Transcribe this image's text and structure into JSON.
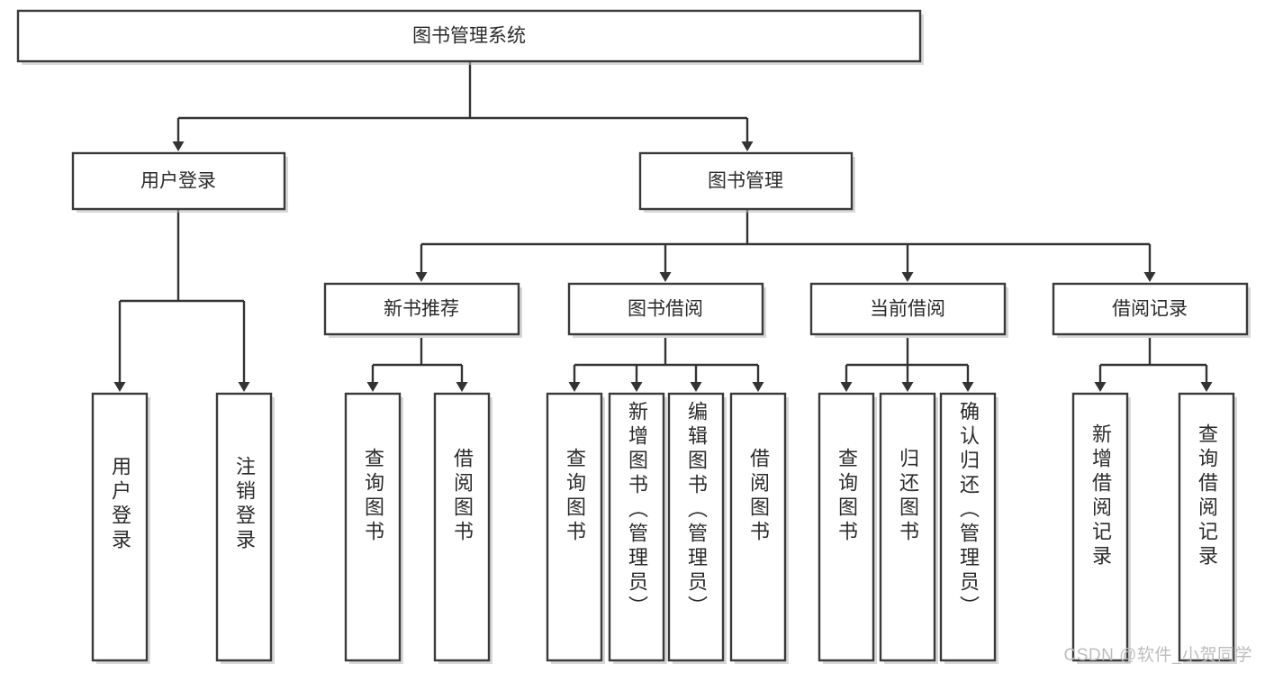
{
  "diagram": {
    "type": "tree",
    "title_node": "图书管理系统",
    "watermark": "CSDN @软件_小贺同学",
    "colors": {
      "box_stroke": "#3a3a3a",
      "connector": "#333333",
      "text": "#2b2b2b",
      "background": "#ffffff",
      "watermark": "#bdbdbd"
    },
    "nodes": {
      "root": {
        "label": "图书管理系统"
      },
      "level1": [
        {
          "id": "user-login",
          "label": "用户登录"
        },
        {
          "id": "book-manage",
          "label": "图书管理"
        }
      ],
      "level2": [
        {
          "id": "new-book-rec",
          "label": "新书推荐",
          "parent": "book-manage"
        },
        {
          "id": "book-borrow",
          "label": "图书借阅",
          "parent": "book-manage"
        },
        {
          "id": "current-borrow",
          "label": "当前借阅",
          "parent": "book-manage"
        },
        {
          "id": "borrow-record",
          "label": "借阅记录",
          "parent": "book-manage"
        }
      ],
      "leaves": [
        {
          "id": "leaf-user-login",
          "label": "用户登录",
          "parent": "user-login"
        },
        {
          "id": "leaf-user-logout",
          "label": "注销登录",
          "parent": "user-login"
        },
        {
          "id": "leaf-query-book-1",
          "label": "查询图书",
          "parent": "new-book-rec"
        },
        {
          "id": "leaf-borrow-book-1",
          "label": "借阅图书",
          "parent": "new-book-rec"
        },
        {
          "id": "leaf-query-book-2",
          "label": "查询图书",
          "parent": "book-borrow"
        },
        {
          "id": "leaf-add-book",
          "label": "新增图书（管理员）",
          "parent": "book-borrow"
        },
        {
          "id": "leaf-edit-book",
          "label": "编辑图书（管理员）",
          "parent": "book-borrow"
        },
        {
          "id": "leaf-borrow-book-2",
          "label": "借阅图书",
          "parent": "book-borrow"
        },
        {
          "id": "leaf-query-book-3",
          "label": "查询图书",
          "parent": "current-borrow"
        },
        {
          "id": "leaf-return-book",
          "label": "归还图书",
          "parent": "current-borrow"
        },
        {
          "id": "leaf-confirm-return",
          "label": "确认归还（管理员）",
          "parent": "current-borrow"
        },
        {
          "id": "leaf-add-record",
          "label": "新增借阅记录",
          "parent": "borrow-record"
        },
        {
          "id": "leaf-query-record",
          "label": "查询借阅记录",
          "parent": "borrow-record"
        }
      ]
    }
  }
}
